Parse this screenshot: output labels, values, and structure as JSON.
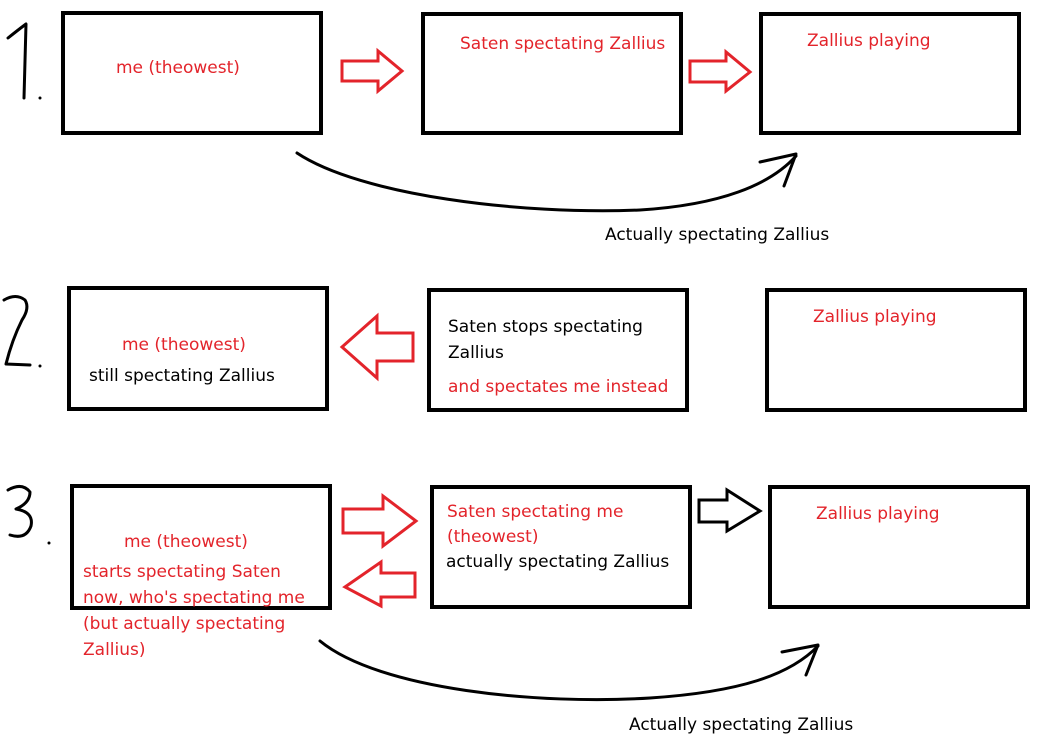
{
  "colors": {
    "red": "#e3242b",
    "black": "#000000",
    "background": "#ffffff"
  },
  "rows": [
    {
      "number": "1",
      "boxes": [
        {
          "lines": [
            "me (theowest)"
          ]
        },
        {
          "lines": [
            "Saten spectating Zallius"
          ]
        },
        {
          "lines": [
            "Zallius playing"
          ]
        }
      ],
      "curve_label": "Actually spectating Zallius"
    },
    {
      "number": "2",
      "boxes": [
        {
          "lines": [
            "me (theowest)",
            "still spectating Zallius"
          ]
        },
        {
          "lines": [
            "Saten stops spectating",
            "Zallius",
            "and spectates me instead"
          ]
        },
        {
          "lines": [
            "Zallius playing"
          ]
        }
      ]
    },
    {
      "number": "3",
      "boxes": [
        {
          "lines": [
            "me (theowest)",
            "starts spectating Saten",
            "now, who's spectating me",
            "(but actually spectating",
            "Zallius)"
          ]
        },
        {
          "lines": [
            "Saten spectating me",
            "(theowest)",
            "actually spectating Zallius"
          ]
        },
        {
          "lines": [
            "Zallius playing"
          ]
        }
      ],
      "curve_label": "Actually spectating Zallius"
    }
  ]
}
